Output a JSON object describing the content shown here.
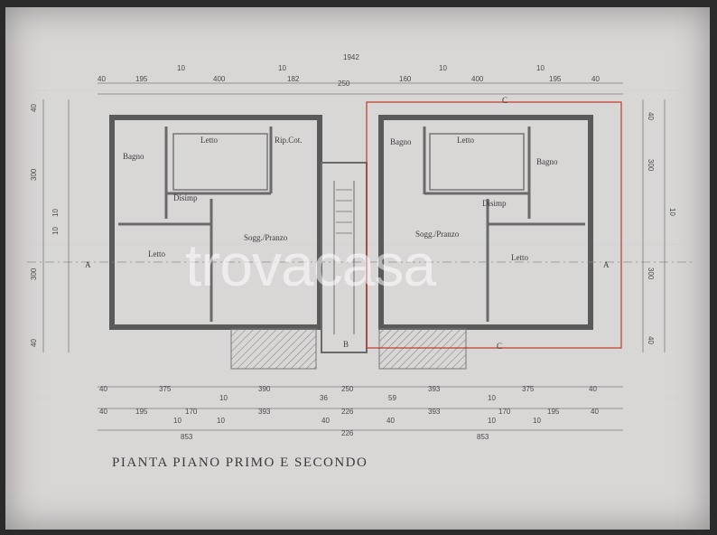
{
  "watermark": "trovacasa",
  "caption": "PIANTA PIANO PRIMO E SECONDO",
  "overall_dimension": "1942",
  "dims_top_left": [
    "40",
    "195",
    "10",
    "400",
    "10",
    "182"
  ],
  "dims_top_right": [
    "160",
    "10",
    "400",
    "10",
    "195",
    "40"
  ],
  "dims_top_center": "250",
  "dims_bottom_row1": [
    "40",
    "375",
    "10",
    "390",
    "36",
    "250",
    "59",
    "393",
    "10",
    "375",
    "40"
  ],
  "dims_bottom_row2": [
    "40",
    "195",
    "10",
    "170",
    "10",
    "393",
    "40",
    "226",
    "40",
    "393",
    "10",
    "170",
    "10",
    "195",
    "40"
  ],
  "dims_bottom_totals": [
    "853",
    "226",
    "853"
  ],
  "dims_left": [
    "40",
    "300",
    "10",
    "10",
    "300",
    "40"
  ],
  "dims_right": [
    "40",
    "300",
    "10",
    "300",
    "40"
  ],
  "section_marks": [
    "A",
    "A",
    "B",
    "C",
    "C"
  ],
  "rooms_left": {
    "bagno": "Bagno",
    "letto_top": "Letto",
    "rip": "Rip.Cot.",
    "disimp": "Disimp",
    "letto_bottom": "Letto",
    "sogg": "Sogg./Pranzo"
  },
  "rooms_right": {
    "bagno_small": "Bagno",
    "letto_top": "Letto",
    "bagno": "Bagno",
    "disimp": "Disimp",
    "sogg": "Sogg./Pranzo",
    "letto": "Letto"
  },
  "colors": {
    "paper": "#d9d6d6",
    "wall": "#5a5a5a",
    "highlight": "#c0392b"
  }
}
